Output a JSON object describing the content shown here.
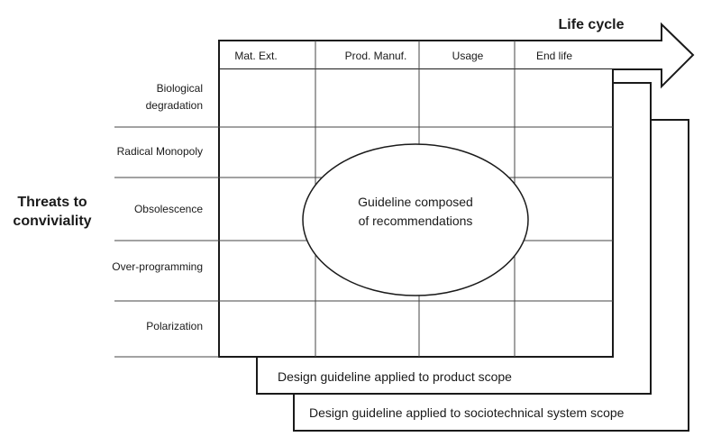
{
  "life_cycle": {
    "title": "Life cycle",
    "stages": [
      "Mat. Ext.",
      "Prod. Manuf.",
      "Usage",
      "End life"
    ]
  },
  "threats": {
    "title_line1": "Threats to",
    "title_line2": "conviviality",
    "rows": [
      {
        "line1": "Biological",
        "line2": "degradation"
      },
      {
        "line1": "Radical Monopoly",
        "line2": ""
      },
      {
        "line1": "Obsolescence",
        "line2": ""
      },
      {
        "line1": "Over-programming",
        "line2": ""
      },
      {
        "line1": "Polarization",
        "line2": ""
      }
    ]
  },
  "center": {
    "line1": "Guideline composed",
    "line2": "of recommendations"
  },
  "scopes": {
    "product": "Design guideline applied to product scope",
    "sociotechnical": "Design guideline applied to sociotechnical system scope"
  }
}
